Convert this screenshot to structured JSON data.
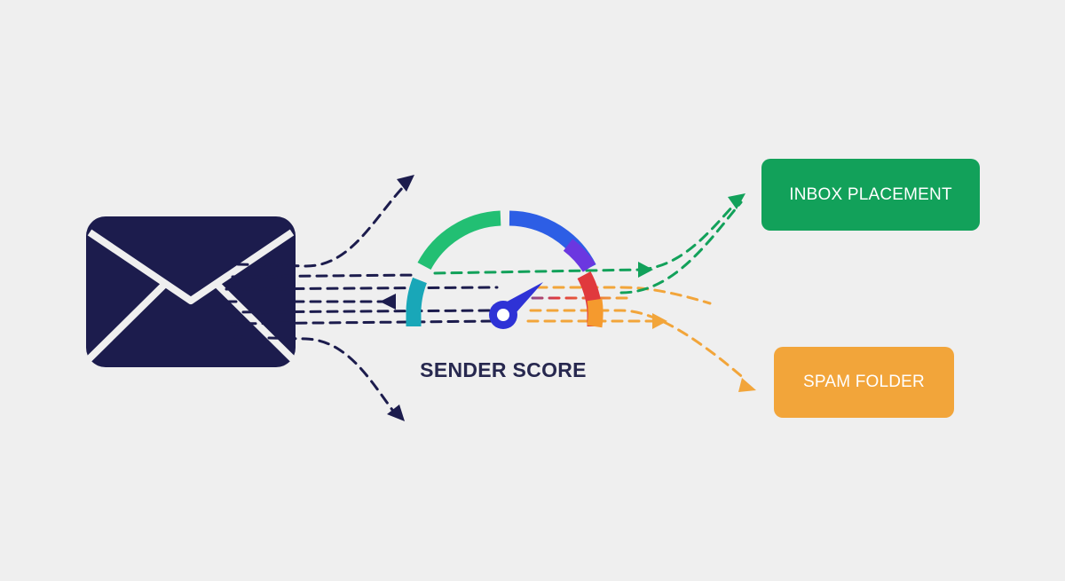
{
  "labels": {
    "gauge": "SENDER SCORE",
    "inbox": "INBOX PLACEMENT",
    "spam": "SPAM FOLDER"
  },
  "icons": {
    "sender": "envelope-icon",
    "meter": "speedometer-gauge-icon"
  },
  "colors": {
    "background": "#efefef",
    "navy": "#1c1c4d",
    "inbox_green": "#12a15a",
    "spam_orange": "#f2a53a",
    "gauge_teal": "#19a7b8",
    "gauge_green": "#22bf73",
    "gauge_blue": "#2d5ee5",
    "gauge_violet": "#6b37e0",
    "gauge_red": "#e0393d",
    "gauge_orange": "#f59a2e",
    "needle": "#2e32d6"
  }
}
